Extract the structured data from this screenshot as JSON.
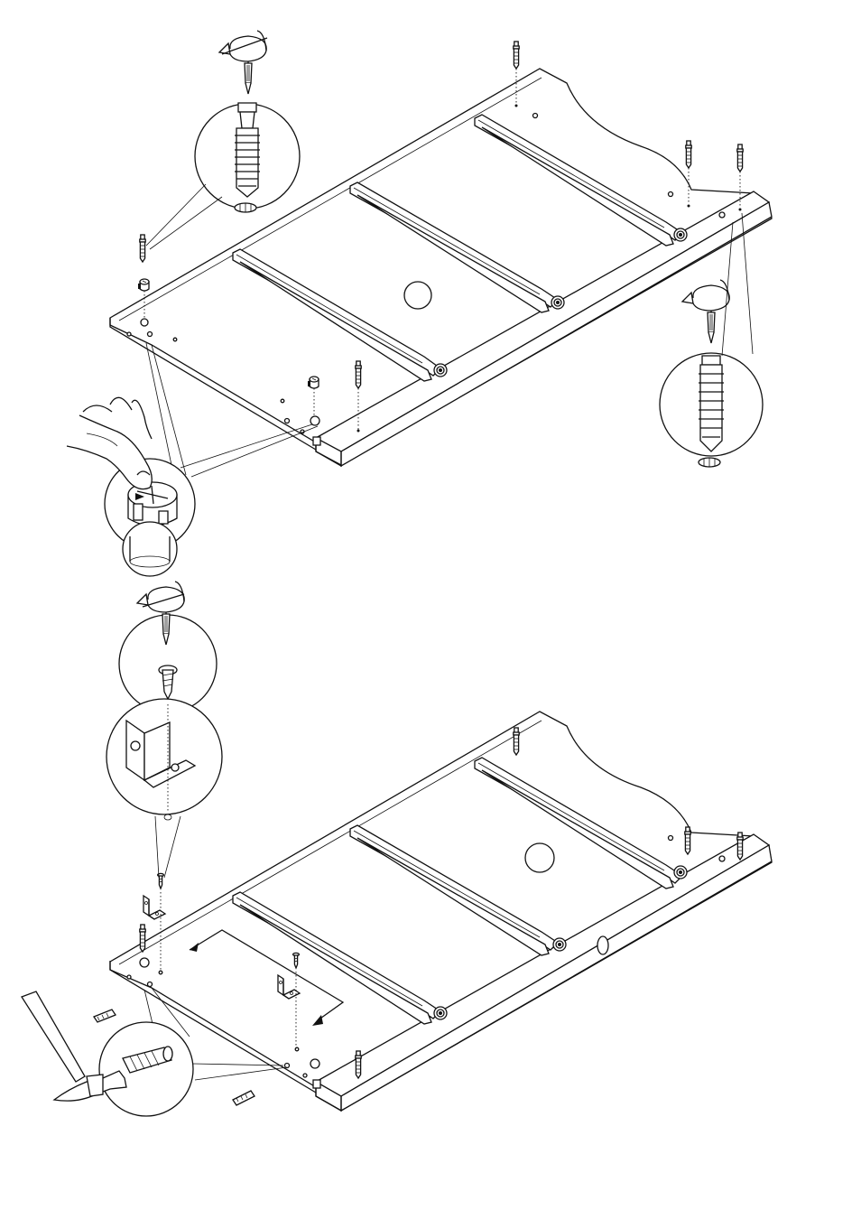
{
  "steps": [
    {
      "id": "upper",
      "callouts": [
        "screwdriver-twist-dowel",
        "cam-lock-insert",
        "screwdriver-twist-dowel-right"
      ]
    },
    {
      "id": "lower",
      "callouts": [
        "screwdriver-bracket-screw",
        "angle-bracket",
        "hammer-wood-dowel"
      ]
    }
  ],
  "colors": {
    "line": "#111111",
    "fill": "#ffffff",
    "shade": "#c8c8c8"
  },
  "icons": [
    "screwdriver-icon",
    "rotate-arrow-icon",
    "cam-lock-icon",
    "dowel-icon",
    "bracket-icon",
    "hammer-icon",
    "hand-icon",
    "screw-icon"
  ]
}
